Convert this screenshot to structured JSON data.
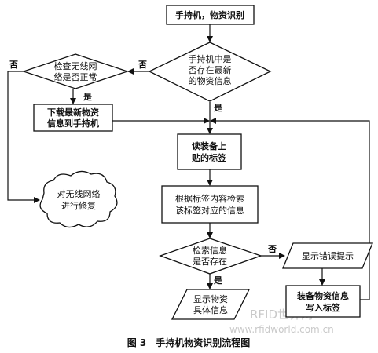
{
  "nodes": {
    "start": "手持机，物资识别",
    "check_info": [
      "手持机中是",
      "否存在最新",
      "的物资信息"
    ],
    "check_net": [
      "检查无线网",
      "络是否正常"
    ],
    "download": [
      "下载最新物资",
      "信息到手持机"
    ],
    "repair": [
      "对无线网络",
      "进行修复"
    ],
    "read_tag": [
      "读装备上",
      "贴的标签"
    ],
    "retrieve": [
      "根据标签内容检索",
      "该标签对应的信息"
    ],
    "exists": [
      "检索信息",
      "是否存在"
    ],
    "show_error": "显示错误提示",
    "write_tag": [
      "装备物资信息",
      "写入标签"
    ],
    "show_info": [
      "显示物资",
      "具体信息"
    ]
  },
  "labels": {
    "no1": "否",
    "no2": "否",
    "no3": "否",
    "yes1": "是",
    "yes2": "是",
    "yes3": "是"
  },
  "caption": "图 3　手持机物资识别流程图",
  "watermark": {
    "brand": "RFID世界网",
    "url": "www.rfidworld.com.cn"
  }
}
